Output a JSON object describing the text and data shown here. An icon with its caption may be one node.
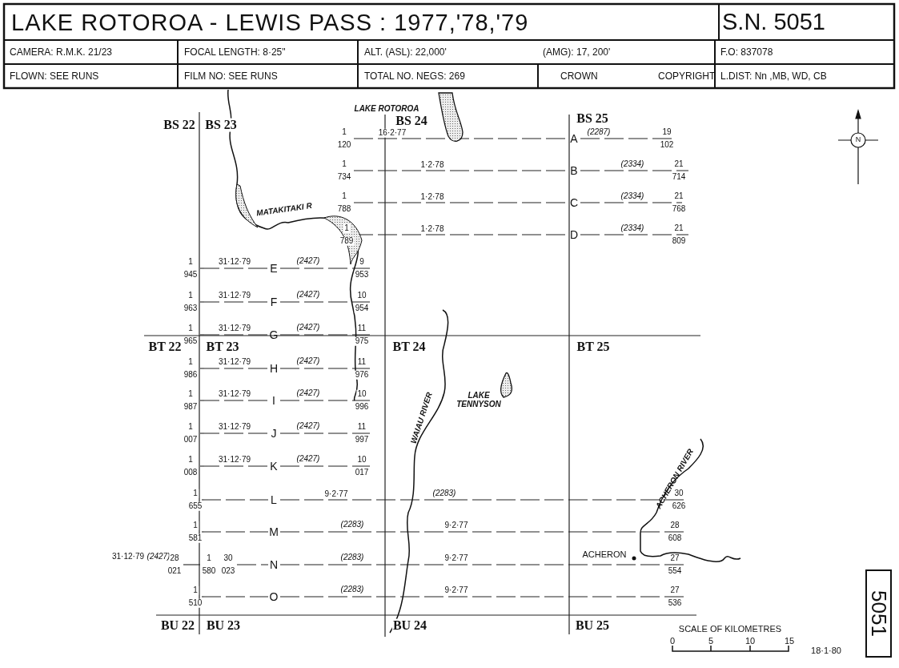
{
  "diagram": {
    "title": "LAKE ROTOROA - LEWIS PASS : 1977,'78,'79",
    "labels": [
      "S.N. 5051",
      "CAMERA: R.M.K. 21/23",
      "FOCAL LENGTH: 8·25\"",
      "ALT. (ASL): 22,000'",
      "(AMG): 17, 200'",
      "F.O: 837078",
      "FLOWN: SEE RUNS",
      "FILM NO: SEE RUNS",
      "TOTAL NO. NEGS: 269",
      "CROWN",
      "COPYRIGHT",
      "L.DIST: Nn ,MB, WD, CB",
      "LAKE ROTOROA",
      "BS 22",
      "BS 23",
      "BS 24",
      "BS 25",
      "N",
      "1",
      "120",
      "16·2·77",
      "A",
      "(2287)",
      "19",
      "102",
      "1",
      "734",
      "1·2·78",
      "B",
      "(2334)",
      "21",
      "714",
      "MATAKITAKI R",
      "1",
      "788",
      "1·2·78",
      "C",
      "(2334)",
      "21",
      "768",
      "1",
      "789",
      "1·2·78",
      "D",
      "(2334)",
      "21",
      "809",
      "1",
      "945",
      "31·12·79",
      "E",
      "(2427)",
      "9",
      "953",
      "1",
      "963",
      "31·12·79",
      "F",
      "(2427)",
      "10",
      "954",
      "1",
      "965",
      "31·12·79",
      "G",
      "(2427)",
      "11",
      "975",
      "BT 22",
      "BT 23",
      "BT 24",
      "BT 25",
      "1",
      "986",
      "31·12·79",
      "H",
      "(2427)",
      "11",
      "976",
      "1",
      "987",
      "31·12·79",
      "I",
      "(2427)",
      "10",
      "996",
      "LAKE TENNYSON",
      "WAIAU RIVER",
      "1",
      "007",
      "31·12·79",
      "J",
      "(2427)",
      "11",
      "997",
      "1",
      "008",
      "31·12·79",
      "K",
      "(2427)",
      "10",
      "017",
      "ACHERON RIVER",
      "1",
      "655",
      "L",
      "9·2·77",
      "(2283)",
      "30",
      "626",
      "1",
      "581",
      "M",
      "(2283)",
      "9·2·77",
      "28",
      "608",
      "31·12·79",
      "(2427)",
      "28",
      "021",
      "1",
      "580",
      "30",
      "023",
      "N",
      "(2283)",
      "9·2·77",
      "ACHERON",
      "27",
      "554",
      "1",
      "510",
      "O",
      "(2283)",
      "9·2·77",
      "27",
      "536",
      "BU 22",
      "BU 23",
      "BU 24",
      "BU 25",
      "5051",
      "SCALE OF KILOMETRES",
      "0",
      "5",
      "10",
      "15",
      "18·1·80"
    ]
  }
}
